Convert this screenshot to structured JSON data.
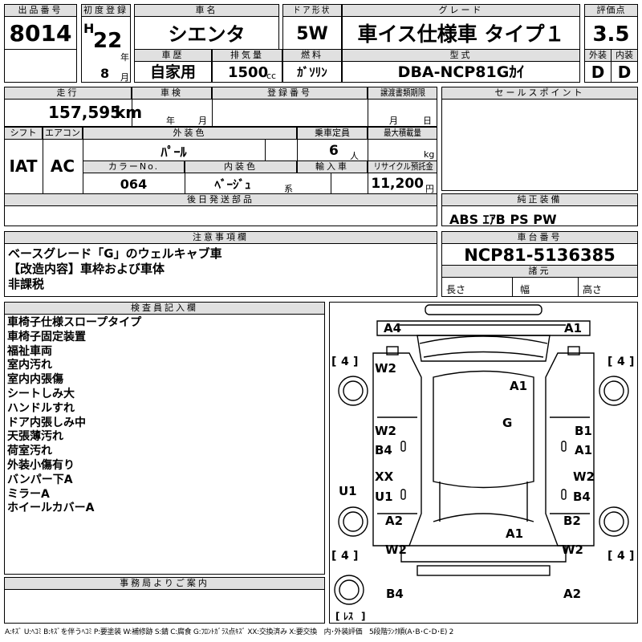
{
  "header": {
    "lot_label": "出品番号",
    "lot": "8014",
    "first_reg_label": "初度登録",
    "era": "H",
    "year": "22",
    "year_unit": "年",
    "month": "8",
    "month_unit": "月",
    "name_label": "車名",
    "name": "シエンタ",
    "door_label": "ドア形状",
    "door": "5W",
    "grade_label": "グレード",
    "grade": "車イス仕様車 タイプ１",
    "score_label": "評価点",
    "score": "3.5",
    "ext_label": "外装",
    "ext": "D",
    "int_label": "内装",
    "int": "D",
    "history_label": "車歴",
    "history": "自家用",
    "displacement_label": "排気量",
    "displacement": "1500",
    "cc": "cc",
    "fuel_label": "燃料",
    "fuel": "ｶﾞｿﾘﾝ",
    "model_label": "型式",
    "model": "DBA-NCP81Gｶｲ"
  },
  "row2": {
    "mileage_label": "走行",
    "mileage": "157,595",
    "km": "km",
    "inspection_label": "車検",
    "ins_year": "年",
    "ins_month": "月",
    "reg_label": "登録番号",
    "transfer_label": "譲渡書類期限",
    "tr_month": "月",
    "tr_day": "日",
    "sales_label": "セールスポイント"
  },
  "row3": {
    "shift_label": "シフト",
    "shift": "IAT",
    "ac_label": "エアコン",
    "ac": "AC",
    "color_label": "外装色",
    "color": "ﾊﾟｰﾙ",
    "capacity_label": "乗車定員",
    "capacity": "6",
    "person": "人",
    "load_label": "最大積載量",
    "kg": "kg",
    "colorno_label": "カラーNo.",
    "colorno": "064",
    "intcolor_label": "内装色",
    "intcolor": "ﾍﾞｰｼﾞｭ",
    "kei": "系",
    "import_label": "輸入車",
    "recycle_label": "リサイクル預託金",
    "recycle": "11,200",
    "yen": "円",
    "later_label": "後日発送部品",
    "equip_label": "純正装備",
    "equip": "ABS ｴｱB PS PW"
  },
  "notes": {
    "label": "注意事項欄",
    "lines": [
      "ベースグレード「G」のウェルキャブ車",
      "【改造内容】車枠および車体",
      "非課税"
    ]
  },
  "chassis": {
    "label": "車台番号",
    "number": "NCP81-5136385",
    "spec_label": "諸元",
    "length": "長さ",
    "width": "幅",
    "height": "高さ"
  },
  "inspector": {
    "label": "検査員記入欄",
    "items": [
      "車椅子仕様スロープタイプ",
      "車椅子固定装置",
      "福祉車両",
      "室内汚れ",
      "室内内張傷",
      "シートしみ大",
      "ハンドルすれ",
      "ドア内張しみ中",
      "天張薄汚れ",
      "荷室汚れ",
      "外装小傷有り",
      "バンパー下A",
      "ミラーA",
      "ホイールカバーA"
    ]
  },
  "diagram": {
    "tire_label": "4",
    "spare": "ﾚｽ",
    "marks": {
      "a4": "A4",
      "a1_tr": "A1",
      "w2_tl": "W2",
      "a1_roof": "A1",
      "g_roof": "G",
      "w2_ld1": "W2",
      "b4_ld1": "B4",
      "b1_rd1": "B1",
      "a1_rd1": "A1",
      "xx_ld2": "XX",
      "u1_ld2": "U1",
      "u1_ls": "U1",
      "w2_rd2": "W2",
      "b4_rd2": "B4",
      "a2_ll": "A2",
      "b2_rl": "B2",
      "a1_rear": "A1",
      "w2_bl": "W2",
      "w2_br": "W2",
      "b4_bumper": "B4",
      "a2_bumper": "A2"
    }
  },
  "office": {
    "label": "事務局よりご案内"
  },
  "legend": "A:ｷｽﾞ U:ﾍｺﾐ B:ｷｽﾞを伴うﾍｺﾐ P:要塗装 W:補修跡 S:錆 C:腐食 G:ﾌﾛﾝﾄｶﾞﾗｽ点ｷｽﾞ XX:交換済み X:要交換　内･外装評価　5段階ﾗﾝｸ順(A･B･C･D･E) 2"
}
